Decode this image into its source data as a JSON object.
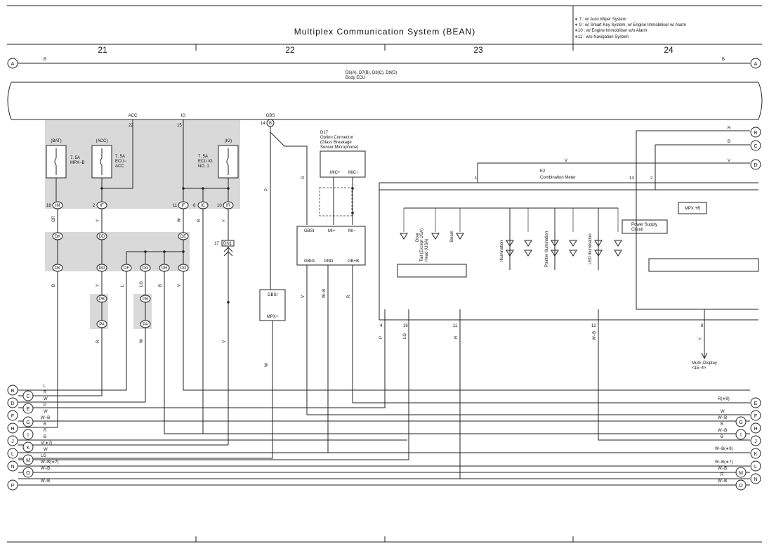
{
  "title": "Multiplex Communication System (BEAN)",
  "notes": [
    "∗ 7 : w/ Auto Wiper System",
    "∗ 9 : w/ Smart Key System,  w/ Engine Immobiliser w/ Alarm",
    "∗10 : w/ Engine Immobiliser w/o Alarm",
    "∗11 : w/o Navigation System"
  ],
  "columns": [
    "21",
    "22",
    "23",
    "24"
  ],
  "terminals": {
    "A": "A",
    "B": "B",
    "C": "C",
    "D": "D",
    "E": "E",
    "F": "F",
    "G": "G",
    "H": "H",
    "I": "I",
    "J": "J",
    "K": "K",
    "L": "L",
    "M": "M",
    "N": "N",
    "O": "O",
    "P": "P"
  },
  "wires": {
    "a_color": "B"
  },
  "body_ecu": {
    "codes": "D6(A), D7(B), D8(C), D9(D)",
    "name": "Body ECU"
  },
  "pins": {
    "acc": "ACC",
    "ig": "IG",
    "gbs": "GBS",
    "acc_no": "22",
    "ig_no": "15",
    "gbs_b": "B",
    "gbs_no": "14"
  },
  "fuses": [
    {
      "name": "(BAT)",
      "rating": "7. 5A",
      "label": "MPX−B"
    },
    {
      "name": "(ACC)",
      "rating": "7. 5A",
      "label": "ECU−",
      "label2": "ACC"
    },
    {
      "name": "(IG)",
      "rating": "7. 5A",
      "label": "ECU IG",
      "label2": "NO. 1"
    }
  ],
  "conn_r1": [
    "IM",
    "IF",
    "IF",
    "IC",
    "IR"
  ],
  "conn_r1_pins": [
    "18",
    "2",
    "11",
    "6",
    "10"
  ],
  "conn_r2": [
    "DK",
    "DD",
    "DE"
  ],
  "conn_r3": [
    "DK",
    "DD",
    "DF",
    "DG",
    "DH",
    "DG"
  ],
  "conn_pb": [
    "PB",
    "PA"
  ],
  "dn1": {
    "label": "DN1",
    "pin": "17"
  },
  "d16": {
    "top": "GBSI",
    "bottom": "MPX+"
  },
  "d17": {
    "code": "D17",
    "name": "Option Connector",
    "desc1": "(Glass Breakage",
    "desc2": "Sensor Microphone)",
    "pin1": "MIC+",
    "pin2": "MIC−"
  },
  "d45": {
    "pins_top": [
      "GBSI",
      "MI+",
      "MI−"
    ],
    "pins_bottom": [
      "GBIG",
      "GND",
      "GB+B"
    ]
  },
  "meter": {
    "code": "E2",
    "name": "Combination Meter",
    "power_supply1": "Power Supply",
    "power_supply2": "Circuit",
    "mpx": "MPX +B",
    "led_door": "Door",
    "led_tail": "Tail (Except USA)",
    "led_tail2": "Head (USA)",
    "led_beam": "Beam",
    "led_illum": "Illumination",
    "led_pointer": "Pointer Illumination",
    "led_lcd": "LED Illumination",
    "multi_display": "Multi−Display",
    "multi_display_ref": "<15−4>",
    "pins": [
      "1",
      "13",
      "2",
      "4",
      "16",
      "11",
      "12",
      "8"
    ]
  },
  "left_labels": [
    "L",
    "R",
    "W",
    "P",
    "W",
    "W−B",
    "B",
    "R",
    "B",
    "V(∗7)",
    "W",
    "LG",
    "W−B(∗7)",
    "W−B",
    "W−B"
  ],
  "right_labels": [
    "R(∗9)",
    "W",
    "W−B",
    "B",
    "W−B",
    "B",
    "W−B(∗9)",
    "W−B(∗7)",
    "W−B",
    "R",
    "W−B",
    "R",
    "B",
    "V"
  ],
  "vlabels": [
    "GR",
    "Y",
    "W",
    "R",
    "Y",
    "B",
    "Y",
    "L",
    "LG",
    "B",
    "V",
    "R",
    "W",
    "V",
    "W",
    "P",
    "G",
    "V",
    "W−B",
    "R",
    "P",
    "LG",
    "R",
    "W−B",
    "Y"
  ]
}
